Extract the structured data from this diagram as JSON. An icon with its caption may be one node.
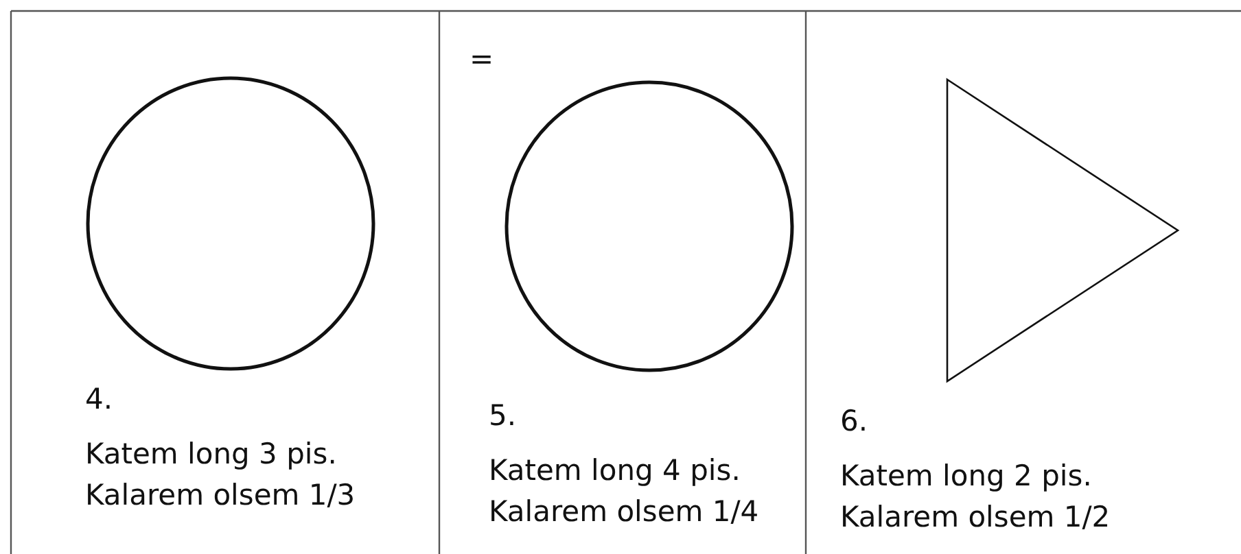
{
  "diagram": {
    "labels": [
      "4.",
      "Katem long 3 pis.",
      "Kalarem olsem 1/3",
      "=",
      "5.",
      "Katem long 4 pis.",
      "Kalarem olsem 1/4",
      "6.",
      "Katem long 2 pis.",
      "Kalarem olsem 1/2"
    ]
  }
}
